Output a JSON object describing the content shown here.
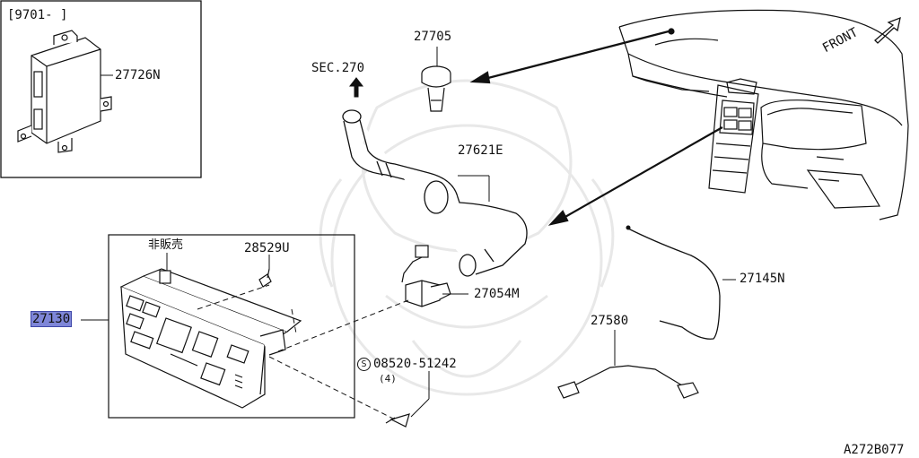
{
  "inset": {
    "date_range": "[9701-     ]",
    "part": "27726N"
  },
  "labels": {
    "sec270": "SEC.270",
    "p27705": "27705",
    "p27621E": "27621E",
    "front": "FRONT",
    "not_for_sale": "非販売",
    "p28529U": "28529U",
    "p27054M": "27054M",
    "p27145N": "27145N",
    "p27580": "27580",
    "p27130": "27130",
    "screw_symbol": "S",
    "screw_part": "08520-51242",
    "screw_qty": "(4)",
    "diagram_code": "A272B077"
  },
  "colors": {
    "highlight": "#7e86d8",
    "line": "#111111",
    "watermark": "#e6e6e6"
  }
}
